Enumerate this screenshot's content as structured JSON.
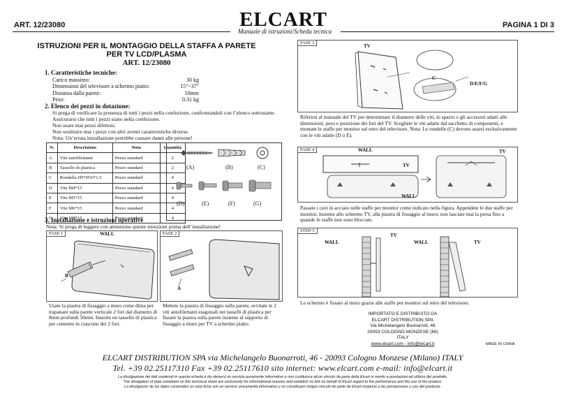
{
  "header": {
    "art": "ART. 12/23080",
    "page": "PAGINA 1 DI 3",
    "brand": "ELCART",
    "subtitle": "Manuale di istruzioni/Scheda tecnica"
  },
  "title": {
    "line1": "ISTRUZIONI PER IL MONTAGGIO DELLA STAFFA A PARETE",
    "line2": "PER TV LCD/PLASMA",
    "line3": "ART. 12/23080"
  },
  "section1": {
    "heading": "1. Caratteristiche tecniche:",
    "specs": [
      {
        "label": "Carico massimo:",
        "value": "30 kg"
      },
      {
        "label": "Dimensioni del televisore a schermo piatto:",
        "value": "15\"~37\""
      },
      {
        "label": "Distanza dalla parete:",
        "value": "10mm"
      },
      {
        "label": "Peso:",
        "value": "0.31 kg"
      }
    ]
  },
  "section2": {
    "heading": "2. Elenco dei pezzi in dotazione:",
    "lines": [
      "Si prega di verificare la presenza di tutti i pezzi nella confezione, confrontandoli con l’elenco sottostante.",
      "Assicurarsi che tutti i pezzi siano nella confezione.",
      "Non usare mai pezzi difettosi.",
      "Non sostituire mai i pezzi con altri aventi caratteristiche diverse.",
      "Nota: Un’errata installazione potrebbe causare danni alle persone!"
    ],
    "table": {
      "headers": [
        "N.",
        "Descrizione",
        "Nota",
        "Quantità"
      ],
      "rows": [
        [
          "A",
          "Vite autofilettante",
          "Pezzo standard",
          "2"
        ],
        [
          "B",
          "Tassello di plastica",
          "Pezzo standard",
          "2"
        ],
        [
          "C",
          "Rondella Ø5*Ø16*1.5",
          "Pezzo standard",
          "4"
        ],
        [
          "D",
          "Vite M4*15",
          "Pezzo standard",
          "4"
        ],
        [
          "E",
          "Vite M5*15",
          "Pezzo standard",
          "4"
        ],
        [
          "F",
          "Vite M6*15",
          "Pezzo standard",
          "4"
        ],
        [
          "G",
          "Vite M8*15",
          "Pezzo standard",
          "4"
        ]
      ]
    },
    "part_labels": [
      "(A)",
      "(B)",
      "(C)",
      "(D)",
      "(E)",
      "(F)",
      "(G)"
    ]
  },
  "section3": {
    "heading": "3. Installazione e istruzioni operative",
    "note": "Nota: Si prega di leggere con attenzione queste istruzioni prima dell’installazione!"
  },
  "fase1": {
    "tag": "FASE 1",
    "labels": {
      "wall": "WALL",
      "b": "B"
    },
    "text": "Usate la piastra di fissaggio a muro come dima per trapanare sulla parete verticale 2 fori dal diametro di 8mm profondi 50mm. Inserite un tassello di plastica per cemento in ciascuno dei 2 fori."
  },
  "fase2": {
    "tag": "FASE 2",
    "labels": {
      "a": "A"
    },
    "text": "Mettete la piastra di fissaggio sulla parete, avvitate le 2 viti autofilettanti esagonali nei tasselli di plastica per fissare la piastra sulla parete insieme al supporto di fissaggio a muro per TV a schermo piatto."
  },
  "fase3": {
    "tag": "FASE 3",
    "labels": {
      "tv": "TV",
      "c": "C",
      "defg": "D/E/F/G"
    },
    "text": "Riferirsi al manuale del TV per determinare il diametro delle viti, lo spazio o gli accessori adatti alle dimensioni, peso e posizione dei fori del TV. Scegliete le viti adatte dal sacchetto di componenti, e montate le staffe per monitor sul retro del televisore. Nota: Le rondelle (C) devono usarsi esclusivamente con le viti adatte (D o E)."
  },
  "fase4": {
    "tag": "FASE 4",
    "labels": {
      "wall_top": "WALL",
      "tv_left": "TV",
      "wall_bottom": "WALL",
      "tv_right": "TV"
    },
    "text": "Passate i cavi in acciaio nelle staffe per monitor come indicato nella figura. Appendete le due staffe per monitor, insieme allo schermo TV, alla piastra di fissaggio al muro; non lasciate mai la presa fino a quando le staffe non sono bloccate."
  },
  "step5": {
    "tag": "STEP-5",
    "labels": {
      "wall1": "WALL",
      "tv1": "TV",
      "wall2": "WALL",
      "tv2": "TV"
    },
    "text": "Lo schermo è fissato al muro grazie alle staffe per monitor sul retro del televisore."
  },
  "importer": {
    "lines": [
      "IMPORTATO E DISTRIBUITO DA",
      "ELCART DISTRIBUTION SPA",
      "Via Michelangelo Buonarroti, 46",
      "20093  COLOGNO MONZESE  (MI)",
      "ITALY",
      "www.elcart.com - info@elcart.it"
    ],
    "made_in": "MADE IN CHINA"
  },
  "footer": {
    "line1": "ELCART DISTRIBUTION SPA  via Michelangelo Buonarroti, 46 - 20093 Cologno Monzese (Milano) ITALY",
    "line2": "Tel. +39 02.25117310  Fax +39 02.25117610  sito internet:  www.elcart.com        e-mail: info@elcart.it",
    "disclaimers": [
      "La divulgazione dei dati contenuti in questa scheda è da ritenersi un servizio puramente informativo e non costituisce alcun vincolo da parte della Elcart in merito a prestazioni ed utilizzo del prodotto.",
      "The divulgation of data contained on this technical sheet are exclusively for informational reasons and establish no link on behalf of Elcart regard to the performance and the use of the product.",
      "La divulgacion de los datos contenidos en esta ficha son un servicio unicamente informativo y no constituyen ningun vinculo de parte de Elcart respecto a las prestaciones y uso del producto."
    ]
  }
}
